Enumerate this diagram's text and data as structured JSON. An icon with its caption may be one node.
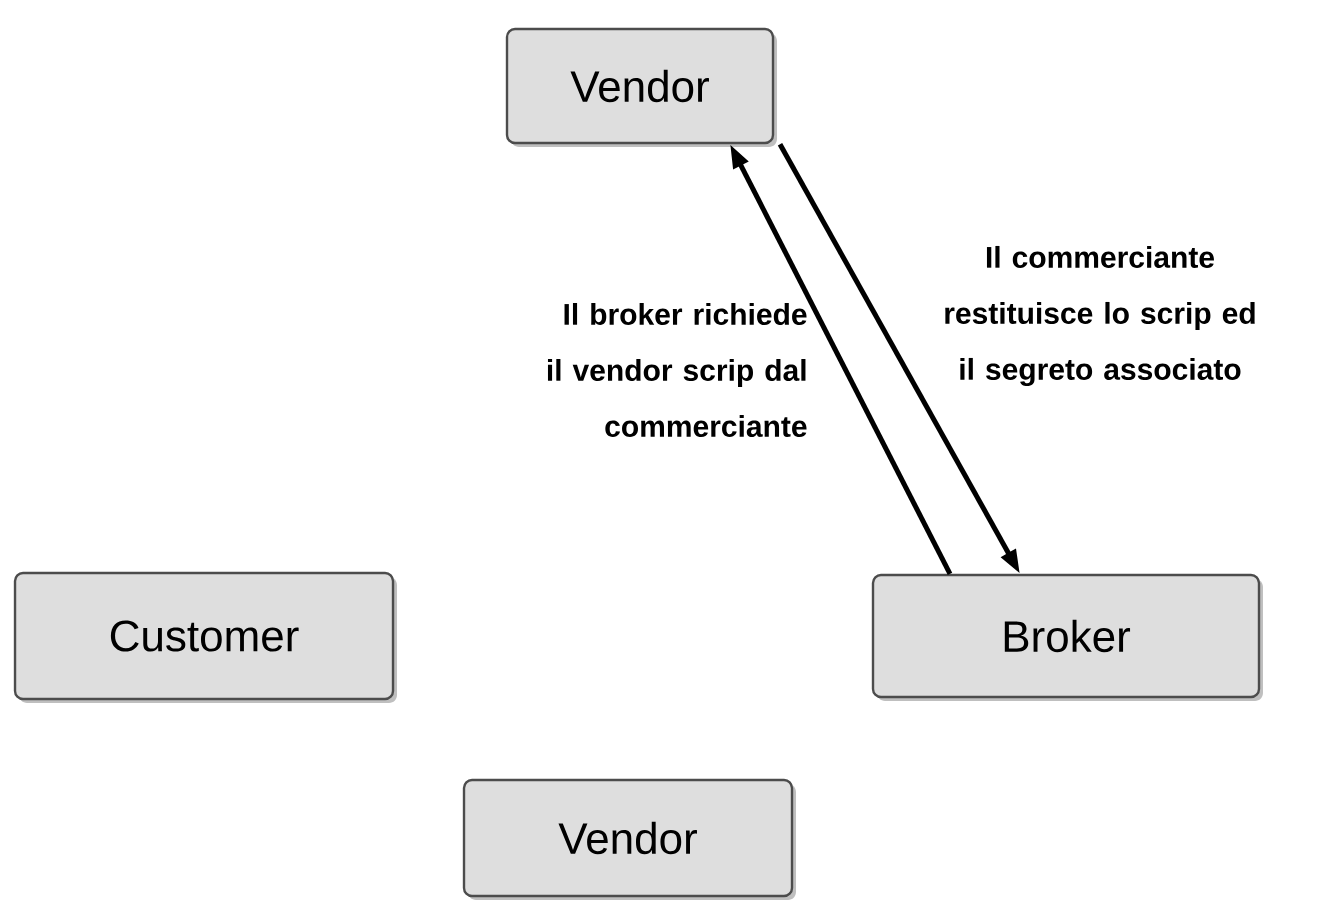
{
  "diagram": {
    "nodes": [
      {
        "text": [
          "Vendor"
        ]
      },
      {
        "text": [
          "Customer"
        ]
      },
      {
        "text": [
          "Broker"
        ]
      },
      {
        "text": [
          "Vendor"
        ]
      }
    ],
    "edges": [
      {
        "from": 2,
        "to": 0,
        "arrow": "to",
        "label": "Il broker richiede il vendor scrip dal commerciante"
      },
      {
        "from": 0,
        "to": 2,
        "arrow": "to",
        "label": "Il commerciante restituisce lo scrip ed il segreto associato"
      }
    ]
  }
}
